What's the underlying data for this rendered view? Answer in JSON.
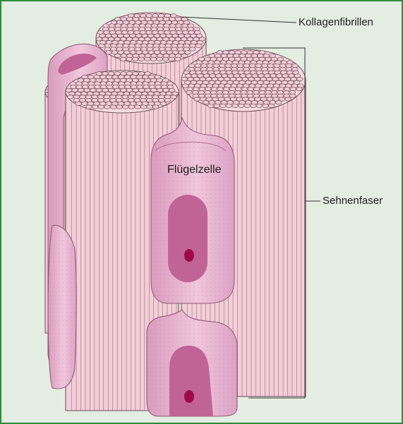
{
  "labels": {
    "collagen_fibrils": "Kollagenfibrillen",
    "tendon_fiber": "Sehnenfaser",
    "wing_cell": "Flügelzelle"
  },
  "colors": {
    "frame_border": "#2e8b3a",
    "background": "#e3ede2",
    "fibril_fill": "#f3cdd8",
    "fibril_stroke": "#6b4a55",
    "cell_body": "#eab8d3",
    "cell_nucleus": "#c06495",
    "nucleolus": "#9e0a45",
    "leader_line": "#333333"
  }
}
